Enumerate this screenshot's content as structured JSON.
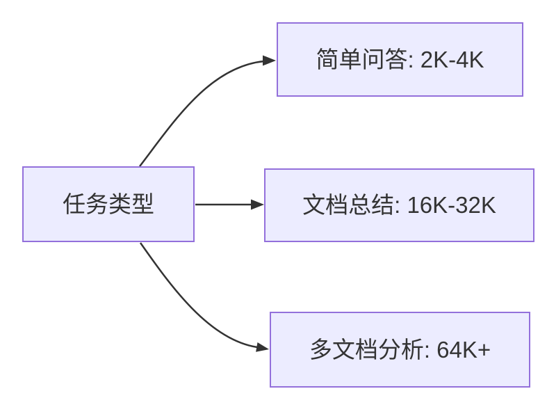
{
  "diagram": {
    "type": "flowchart",
    "direction": "left-to-right",
    "root": {
      "label": "任务类型"
    },
    "branches": [
      {
        "label": "简单问答: 2K-4K"
      },
      {
        "label": "文档总结: 16K-32K"
      },
      {
        "label": "多文档分析: 64K+"
      }
    ],
    "colors": {
      "node_fill": "#ECECFF",
      "node_border": "#9370DB",
      "edge_stroke": "#333333",
      "text": "#333333",
      "background": "#FFFFFF"
    }
  }
}
